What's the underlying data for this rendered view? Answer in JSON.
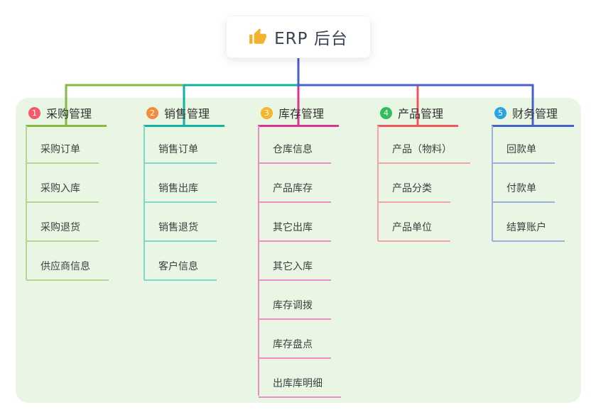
{
  "root": {
    "label": "ERP 后台",
    "icon": "thumbs-up-icon",
    "icon_color": "#f2b32c",
    "connector_color": "#4a5fc8",
    "card_background": "#ffffff"
  },
  "panel": {
    "background_color": "#eaf6e4"
  },
  "branches": [
    {
      "index": "1",
      "label": "采购管理",
      "colors": {
        "badge": "#f4596f",
        "line": "#85bb3f",
        "child_line": "#b3d793"
      },
      "children": [
        {
          "label": "采购订单"
        },
        {
          "label": "采购入库"
        },
        {
          "label": "采购退货"
        },
        {
          "label": "供应商信息"
        }
      ]
    },
    {
      "index": "2",
      "label": "销售管理",
      "colors": {
        "badge": "#f58a3c",
        "line": "#10b3a0",
        "child_line": "#82d7cb"
      },
      "children": [
        {
          "label": "销售订单"
        },
        {
          "label": "销售出库"
        },
        {
          "label": "销售退货"
        },
        {
          "label": "客户信息"
        }
      ]
    },
    {
      "index": "3",
      "label": "库存管理",
      "colors": {
        "badge": "#f7b42c",
        "line": "#d9348f",
        "child_line": "#f08cc5"
      },
      "children": [
        {
          "label": "仓库信息"
        },
        {
          "label": "产品库存"
        },
        {
          "label": "其它出库"
        },
        {
          "label": "其它入库"
        },
        {
          "label": "库存调拨"
        },
        {
          "label": "库存盘点"
        },
        {
          "label": "出库库明细"
        }
      ]
    },
    {
      "index": "4",
      "label": "产品管理",
      "colors": {
        "badge": "#31bd5c",
        "line": "#f2545f",
        "child_line": "#f7a2a6"
      },
      "children": [
        {
          "label": "产品（物料）"
        },
        {
          "label": "产品分类"
        },
        {
          "label": "产品单位"
        }
      ]
    },
    {
      "index": "5",
      "label": "财务管理",
      "colors": {
        "badge": "#2ba5e2",
        "line": "#4a5fc8",
        "child_line": "#9dafe0"
      },
      "children": [
        {
          "label": "回款单"
        },
        {
          "label": "付款单"
        },
        {
          "label": "结算账户"
        }
      ]
    }
  ]
}
